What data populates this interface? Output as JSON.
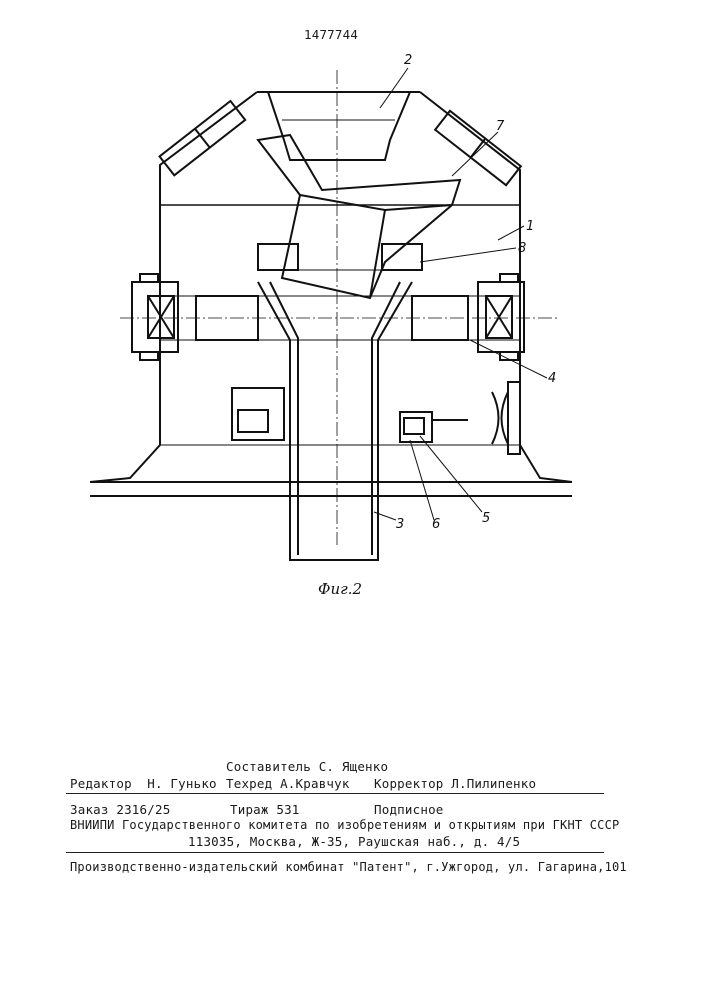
{
  "patent_number": "1477744",
  "figure": {
    "caption": "Фиг.2",
    "labels": [
      "1",
      "2",
      "3",
      "4",
      "5",
      "6",
      "7",
      "8"
    ]
  },
  "colophon": {
    "compiler": "Составитель С. Ященко",
    "editor": "Редактор  Н. Гунько",
    "techred": "Техред А.Кравчук",
    "corrector": "Корректор Л.Пилипенко",
    "order": "Заказ 2316/25",
    "print_run": "Тираж 531",
    "subscription": "Подписное",
    "institute": "ВНИИПИ Государственного комитета по изобретениям и открытиям при ГКНТ СССР",
    "address": "113035, Москва, Ж-35, Раушская наб., д. 4/5",
    "publisher": "Производственно-издательский комбинат \"Патент\", г.Ужгород, ул. Гагарина,101"
  }
}
